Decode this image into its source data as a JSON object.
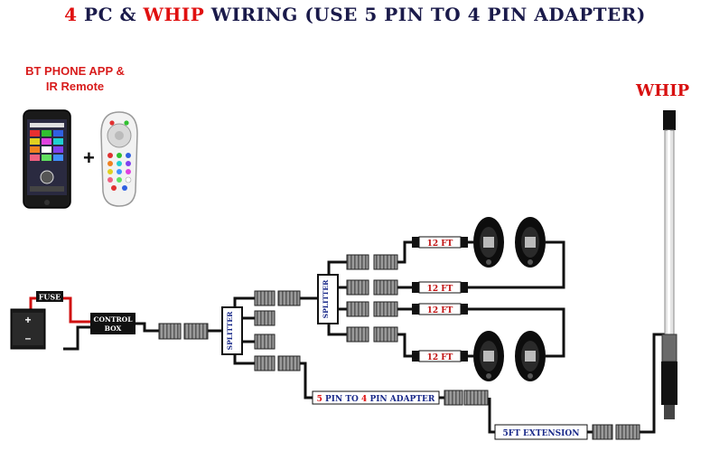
{
  "title": {
    "part1": "4",
    "part2": " PC & ",
    "part3": "WHIP",
    "part4": " WIRING (USE 5 PIN TO 4 PIN ADAPTER)"
  },
  "app_label": {
    "line1": "BT PHONE APP &",
    "line2": "IR Remote"
  },
  "plus_sign": "+",
  "phone_tiles": [
    "",
    "",
    "",
    "",
    "",
    "",
    "",
    "",
    "",
    "",
    "",
    ""
  ],
  "whip_label": "WHIP",
  "battery": {
    "plus": "+",
    "minus": "–"
  },
  "fuse_label": "FUSE",
  "control_box_label": [
    "CONTROL",
    "BOX"
  ],
  "splitter_label": "SPLITTER",
  "extension_12ft": "12 FT",
  "adapter": {
    "from": "5",
    "mid": " PIN TO ",
    "to": "4",
    "end": " PIN ADAPTER"
  },
  "extension_5ft": "5FT EXTENSION",
  "colors": {
    "accent_red": "#e01010",
    "title_navy": "#1a1a4a",
    "label_blue": "#1a2a8a",
    "connector_gray": "#8a8a8a",
    "wire": "#111111"
  }
}
